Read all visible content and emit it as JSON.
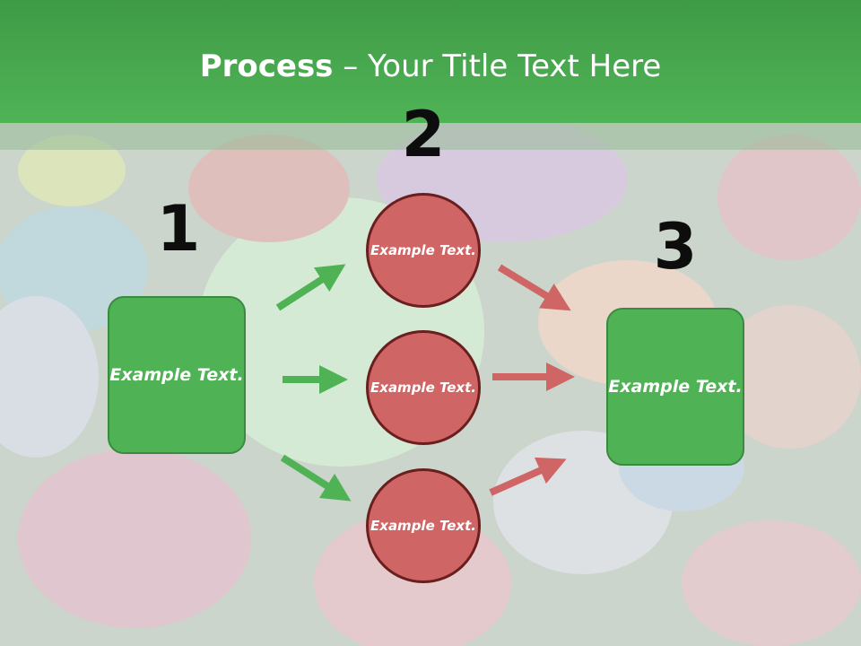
{
  "slide": {
    "title_bold": "Process",
    "title_rest": " – Your Title Text Here"
  },
  "steps": {
    "one": "1",
    "two": "2",
    "three": "3"
  },
  "nodes": {
    "left": "Example Text.",
    "top": "Example Text.",
    "middle": "Example Text.",
    "bottom": "Example Text.",
    "right": "Example Text."
  },
  "colors": {
    "header": "#4fb356",
    "green_box": "#4fb356",
    "red_circle": "#d06565",
    "green_arrow": "#4fb356",
    "red_arrow": "#d06565"
  }
}
